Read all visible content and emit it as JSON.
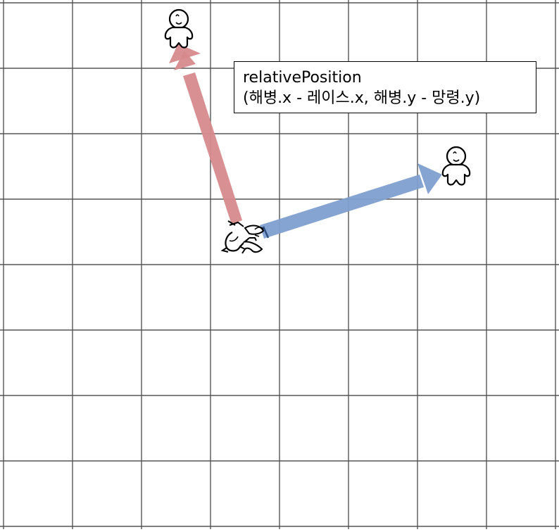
{
  "diagram": {
    "grid": {
      "columns": 8,
      "rows": 8,
      "line_color": "#555555"
    },
    "arrows": [
      {
        "name": "red-arrow",
        "color": "#d68a8c"
      },
      {
        "name": "blue-arrow",
        "color": "#7f9fcf"
      }
    ],
    "figures": [
      {
        "name": "marine-top-icon"
      },
      {
        "name": "marine-right-icon"
      },
      {
        "name": "zergling-icon"
      }
    ],
    "label": {
      "line1": "relativePosition",
      "line2": "(해병.x - 레이스.x, 해병.y - 망령.y)"
    }
  }
}
